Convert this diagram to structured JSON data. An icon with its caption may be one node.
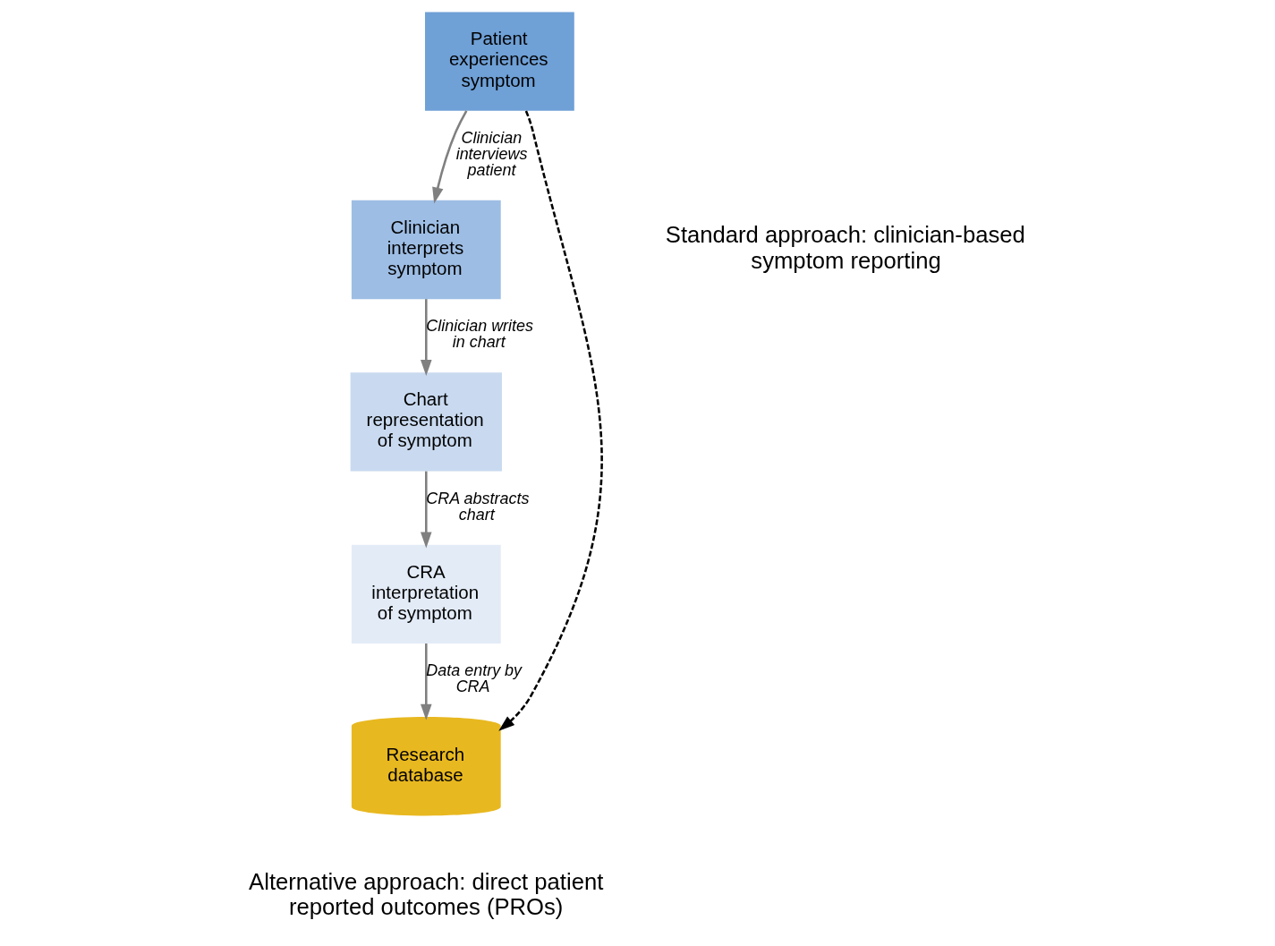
{
  "diagram": {
    "nodes": [
      {
        "text": [
          "Patient experiences symptom"
        ]
      },
      {
        "text": [
          "Clinician interprets symptom"
        ]
      },
      {
        "text": [
          "Chart representation of symptom"
        ]
      },
      {
        "text": [
          "CRA interpretation of symptom"
        ]
      },
      {
        "text": [
          "Research database"
        ]
      }
    ],
    "edges": [
      {
        "from": 0,
        "to": 1,
        "arrow": "to",
        "label": "Clinician interviews patient"
      },
      {
        "from": 1,
        "to": 2,
        "arrow": "to",
        "label": "Clinician writes in chart"
      },
      {
        "from": 2,
        "to": 3,
        "arrow": "to",
        "label": "CRA abstracts chart"
      },
      {
        "from": 3,
        "to": 4,
        "arrow": "to",
        "label": "Data entry by CRA"
      },
      {
        "from": 0,
        "to": 4,
        "arrow": "to",
        "style": "dashed",
        "color": "#000000"
      }
    ],
    "labels": [
      "Standard approach: clinician-based symptom reporting",
      "Alternative approach: direct patient reported outcomes (PROs)"
    ]
  }
}
